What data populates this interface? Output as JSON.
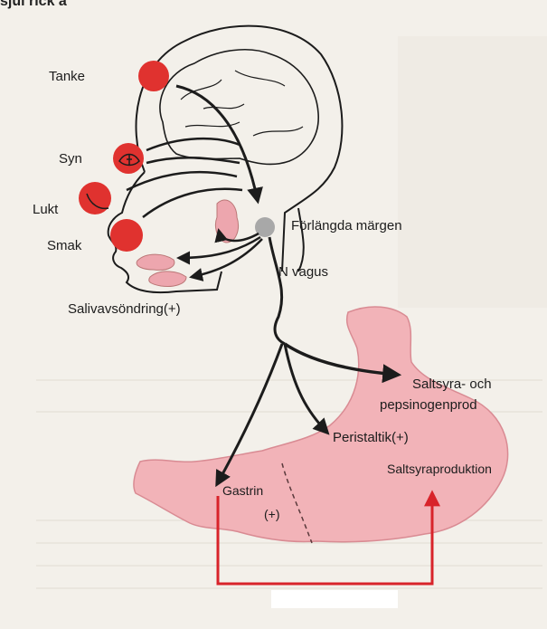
{
  "top_fragment": "sjui rick a",
  "labels": {
    "tanke": "Tanke",
    "syn": "Syn",
    "lukt": "Lukt",
    "smak": "Smak",
    "forlangda": "Förlängda märgen",
    "vagus": "N vagus",
    "saliv": "Salivavsöndring(+)",
    "saltsyra_line1": "Saltsyra- och",
    "saltsyra_line2": "pepsinogenprod",
    "peristaltik": "Peristaltik(+)",
    "saltsyraprod": "Saltsyraproduktion",
    "gastrin": "Gastrin",
    "gastrin_plus": "(+)"
  },
  "colors": {
    "stimulus_red": "#e0322f",
    "stomach_pink": "#f2b3b8",
    "gland_pink": "#eda6ae",
    "feedback_red": "#d8232a",
    "ink": "#1c1c1c",
    "medulla_gray": "#a8a8a8"
  }
}
